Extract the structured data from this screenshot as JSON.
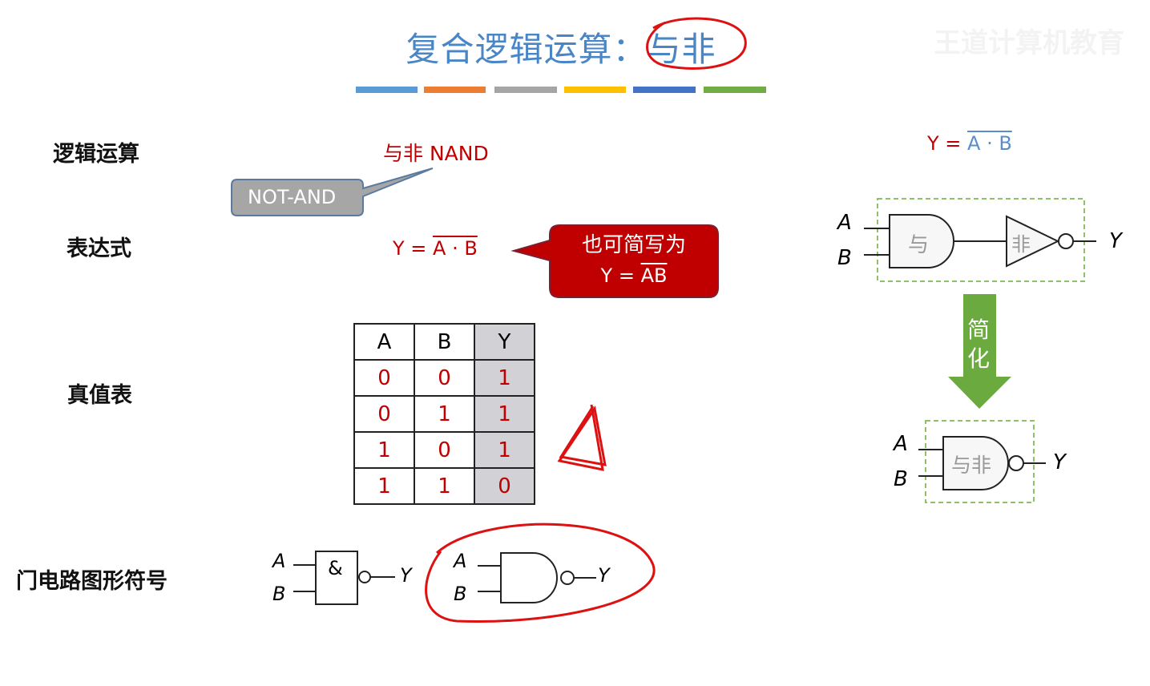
{
  "watermark": "王道计算机教育",
  "title": {
    "prefix": "复合逻辑运算：",
    "highlight": "与非"
  },
  "color_bars": [
    "#5b9bd5",
    "#ed7d31",
    "#a5a5a5",
    "#ffc000",
    "#4472c4",
    "#70ad47"
  ],
  "rows": {
    "logic_op": "逻辑运算",
    "expression": "表达式",
    "truth_table": "真值表",
    "gate_symbol": "门电路图形符号"
  },
  "nand_name": "与非 NAND",
  "not_and_callout": "NOT-AND",
  "expression": {
    "lhs": "Y = ",
    "rhs": "A · B"
  },
  "short_callout": {
    "line1": "也可简写为",
    "lhs": "Y = ",
    "rhs": "AB"
  },
  "truth_table": {
    "headers": [
      "A",
      "B",
      "Y"
    ],
    "rows": [
      [
        "0",
        "0",
        "1"
      ],
      [
        "0",
        "1",
        "1"
      ],
      [
        "1",
        "0",
        "1"
      ],
      [
        "1",
        "1",
        "0"
      ]
    ]
  },
  "symbols": {
    "a": "A",
    "b": "B",
    "y": "Y",
    "and_sign": "&"
  },
  "right": {
    "expr_lhs": "Y = ",
    "expr_rhs": "A · B",
    "and_label": "与",
    "not_label": "非",
    "arrow_label1": "简",
    "arrow_label2": "化",
    "nand_label": "与非"
  }
}
